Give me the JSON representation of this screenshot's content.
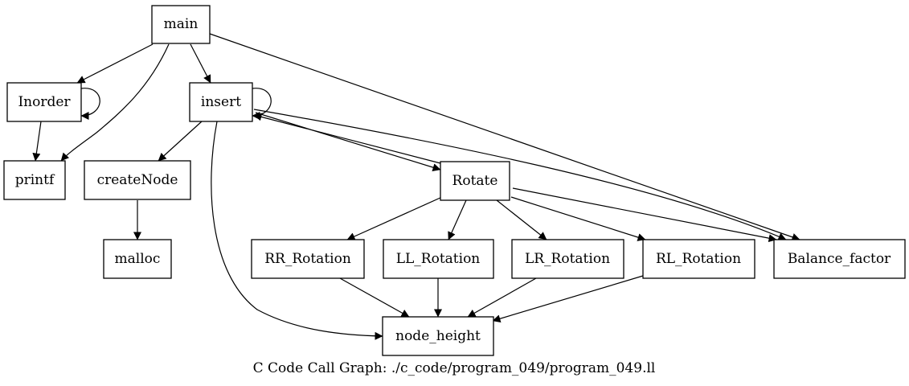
{
  "graph": {
    "caption": "C Code Call Graph: ./c_code/program_049/program_049.ll",
    "nodes": {
      "main": "main",
      "inorder": "Inorder",
      "insert": "insert",
      "printf": "printf",
      "createnode": "createNode",
      "rotate": "Rotate",
      "malloc": "malloc",
      "rr_rotation": "RR_Rotation",
      "ll_rotation": "LL_Rotation",
      "lr_rotation": "LR_Rotation",
      "rl_rotation": "RL_Rotation",
      "balance_factor": "Balance_factor",
      "node_height": "node_height"
    },
    "edges": [
      {
        "from": "main",
        "to": "Inorder"
      },
      {
        "from": "main",
        "to": "printf"
      },
      {
        "from": "main",
        "to": "insert"
      },
      {
        "from": "main",
        "to": "Balance_factor"
      },
      {
        "from": "Inorder",
        "to": "Inorder"
      },
      {
        "from": "Inorder",
        "to": "printf"
      },
      {
        "from": "insert",
        "to": "insert"
      },
      {
        "from": "insert",
        "to": "createNode"
      },
      {
        "from": "insert",
        "to": "Rotate"
      },
      {
        "from": "insert",
        "to": "Balance_factor"
      },
      {
        "from": "insert",
        "to": "node_height"
      },
      {
        "from": "Rotate",
        "to": "insert"
      },
      {
        "from": "createNode",
        "to": "malloc"
      },
      {
        "from": "Rotate",
        "to": "RR_Rotation"
      },
      {
        "from": "Rotate",
        "to": "LL_Rotation"
      },
      {
        "from": "Rotate",
        "to": "LR_Rotation"
      },
      {
        "from": "Rotate",
        "to": "RL_Rotation"
      },
      {
        "from": "Rotate",
        "to": "Balance_factor"
      },
      {
        "from": "RR_Rotation",
        "to": "node_height"
      },
      {
        "from": "LL_Rotation",
        "to": "node_height"
      },
      {
        "from": "LR_Rotation",
        "to": "node_height"
      },
      {
        "from": "RL_Rotation",
        "to": "node_height"
      }
    ]
  }
}
